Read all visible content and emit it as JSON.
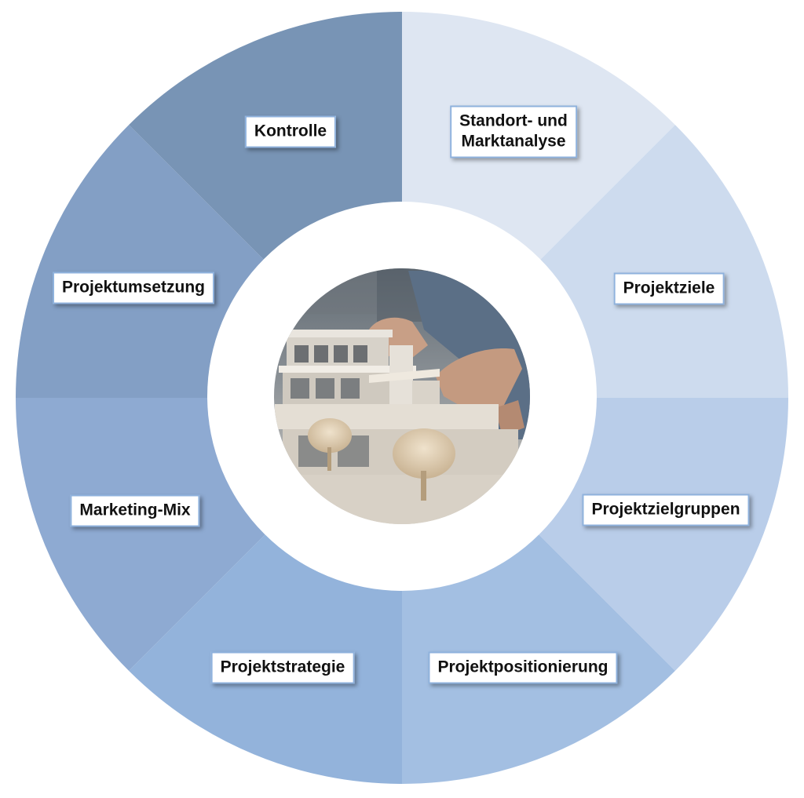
{
  "diagram": {
    "type": "cycle",
    "center_image": "architectural-model-photo",
    "segments": [
      {
        "label": "Standort- und\nMarktanalyse",
        "color": "#dee6f2"
      },
      {
        "label": "Projektziele",
        "color": "#cddbee"
      },
      {
        "label": "Projektzielgruppen",
        "color": "#b9cde9"
      },
      {
        "label": "Projektpositionierung",
        "color": "#a3bfe2"
      },
      {
        "label": "Projektstrategie",
        "color": "#93b3db"
      },
      {
        "label": "Marketing-Mix",
        "color": "#8eaad2"
      },
      {
        "label": "Projektumsetzung",
        "color": "#839fc5"
      },
      {
        "label": "Kontrolle",
        "color": "#7894b5"
      }
    ],
    "colors": {
      "label_border": "#8fb2dd",
      "inner_circle": "#ffffff"
    }
  }
}
